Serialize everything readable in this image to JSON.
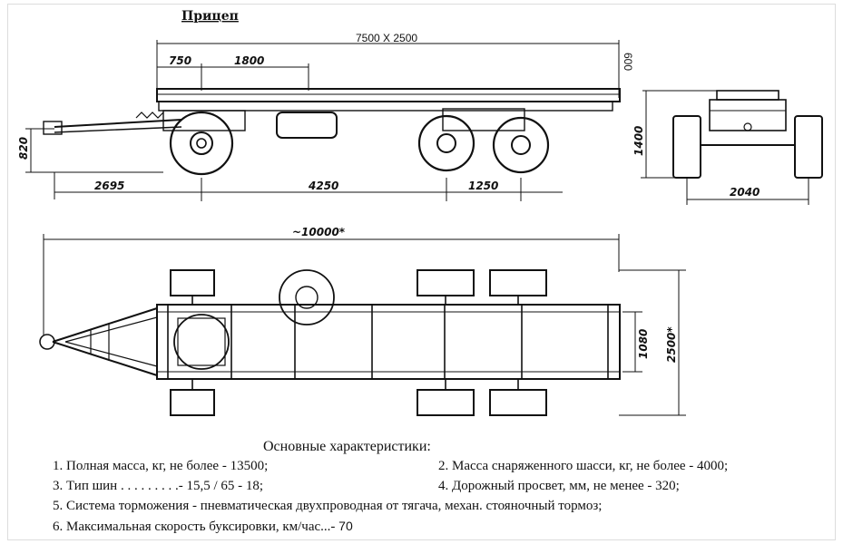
{
  "title": "Прицеп",
  "overlay_dimension": "7500 X 2500",
  "side_view": {
    "dim_750": "750",
    "dim_1800": "1800",
    "dim_600": "600",
    "dim_820": "820",
    "dim_2695": "2695",
    "dim_4250": "4250",
    "dim_1250": "1250"
  },
  "rear_view": {
    "dim_1400": "1400",
    "dim_2040": "2040"
  },
  "plan_view": {
    "dim_total": "~10000*",
    "dim_1080": "1080",
    "dim_2500": "2500*"
  },
  "specs": {
    "heading": "Основные характеристики:",
    "item1": "1. Полная масса, кг, не более - 13500;",
    "item2": "2. Масса снаряженного шасси, кг, не более - 4000;",
    "item3": "3. Тип шин . . . . . . . . .- 15,5 / 65 - 18;",
    "item4": "4. Дорожный просвет, мм, не менее - 320;",
    "item5": "5. Система торможения - пневматическая  двухпроводная от тягача, механ. стояночный тормоз;",
    "item6": "6. Максимальная скорость буксировки, км/час...-",
    "item6_value": "70"
  }
}
